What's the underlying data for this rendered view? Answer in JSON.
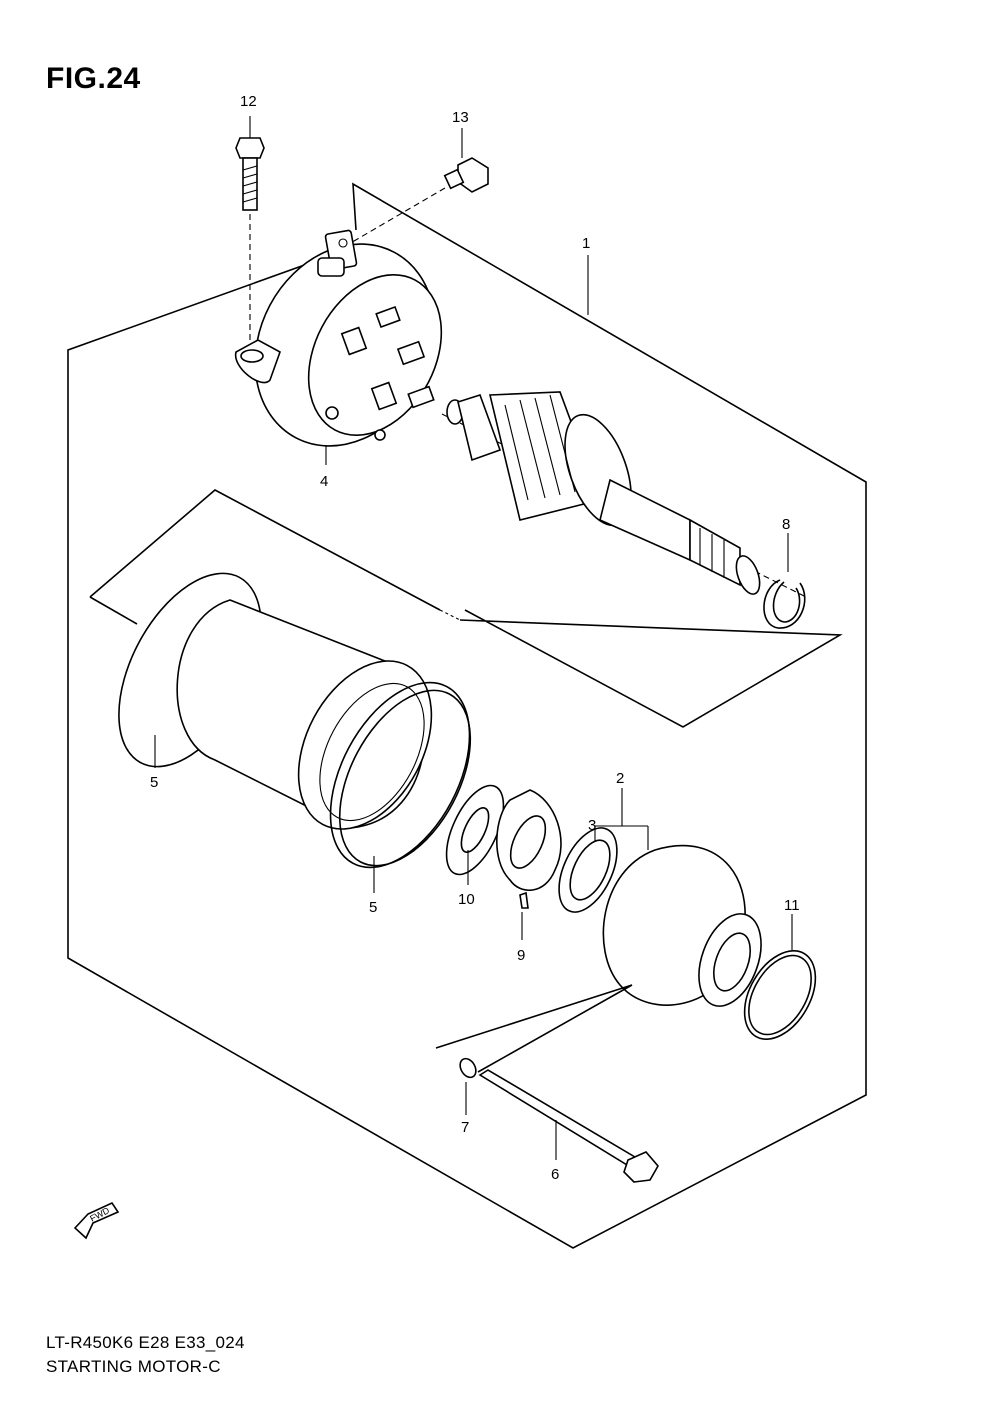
{
  "figure": {
    "title": "FIG.24",
    "code": "LT-R450K6 E28 E33_024",
    "name": "STARTING MOTOR-C"
  },
  "fwd_label": "FWD",
  "callouts": [
    "12",
    "13",
    "1",
    "4",
    "8",
    "5",
    "5",
    "2",
    "3",
    "10",
    "9",
    "11",
    "7",
    "6"
  ]
}
